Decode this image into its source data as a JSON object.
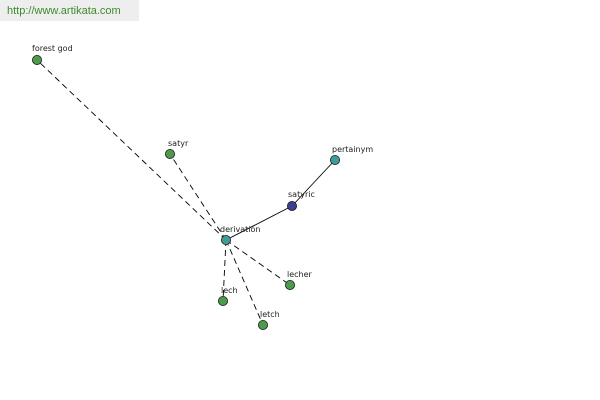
{
  "site": {
    "url": "http://www.artikata.com"
  },
  "colors": {
    "leaf": "#4c9a4c",
    "hub": "#3f9a9a",
    "center": "#3a3f8f",
    "edge": "#000000",
    "banner_bg": "#eeeeee",
    "banner_text": "#3d8a2a"
  },
  "graph": {
    "nodes": [
      {
        "id": "forest-god",
        "label": "forest god",
        "kind": "leaf"
      },
      {
        "id": "satyr",
        "label": "satyr",
        "kind": "leaf"
      },
      {
        "id": "pertainym",
        "label": "pertainym",
        "kind": "hub"
      },
      {
        "id": "satyric",
        "label": "satyric",
        "kind": "center"
      },
      {
        "id": "derivation",
        "label": "derivation",
        "kind": "hub"
      },
      {
        "id": "lecher",
        "label": "lecher",
        "kind": "leaf"
      },
      {
        "id": "lech",
        "label": "lech",
        "kind": "leaf"
      },
      {
        "id": "letch",
        "label": "letch",
        "kind": "leaf"
      }
    ],
    "edges": [
      {
        "from": "satyric",
        "to": "pertainym",
        "style": "solid"
      },
      {
        "from": "satyric",
        "to": "derivation",
        "style": "solid"
      },
      {
        "from": "derivation",
        "to": "forest-god",
        "style": "dashed"
      },
      {
        "from": "derivation",
        "to": "satyr",
        "style": "dashed"
      },
      {
        "from": "derivation",
        "to": "lecher",
        "style": "dashed"
      },
      {
        "from": "derivation",
        "to": "lech",
        "style": "dashed"
      },
      {
        "from": "derivation",
        "to": "letch",
        "style": "dashed"
      }
    ]
  }
}
